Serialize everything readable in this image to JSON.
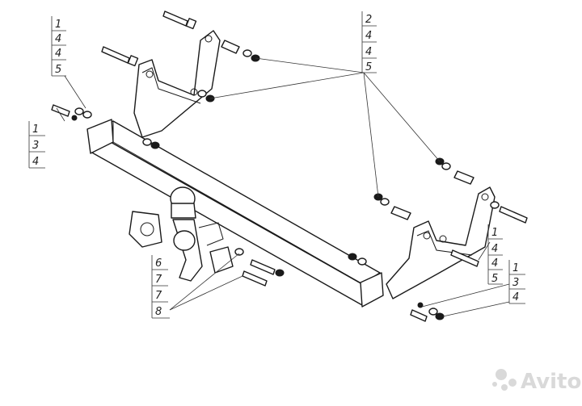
{
  "callouts": {
    "top_left": [
      "1",
      "4",
      "4",
      "5"
    ],
    "left_mid": [
      "1",
      "3",
      "4"
    ],
    "top_right": [
      "2",
      "4",
      "4",
      "5"
    ],
    "right_mid": [
      "1",
      "4",
      "4",
      "5"
    ],
    "right_low": [
      "1",
      "3",
      "4"
    ],
    "bottom_left": [
      "6",
      "7",
      "7",
      "8"
    ]
  },
  "watermark": {
    "text": "Avito",
    "icon": "avito-logo-icon"
  }
}
